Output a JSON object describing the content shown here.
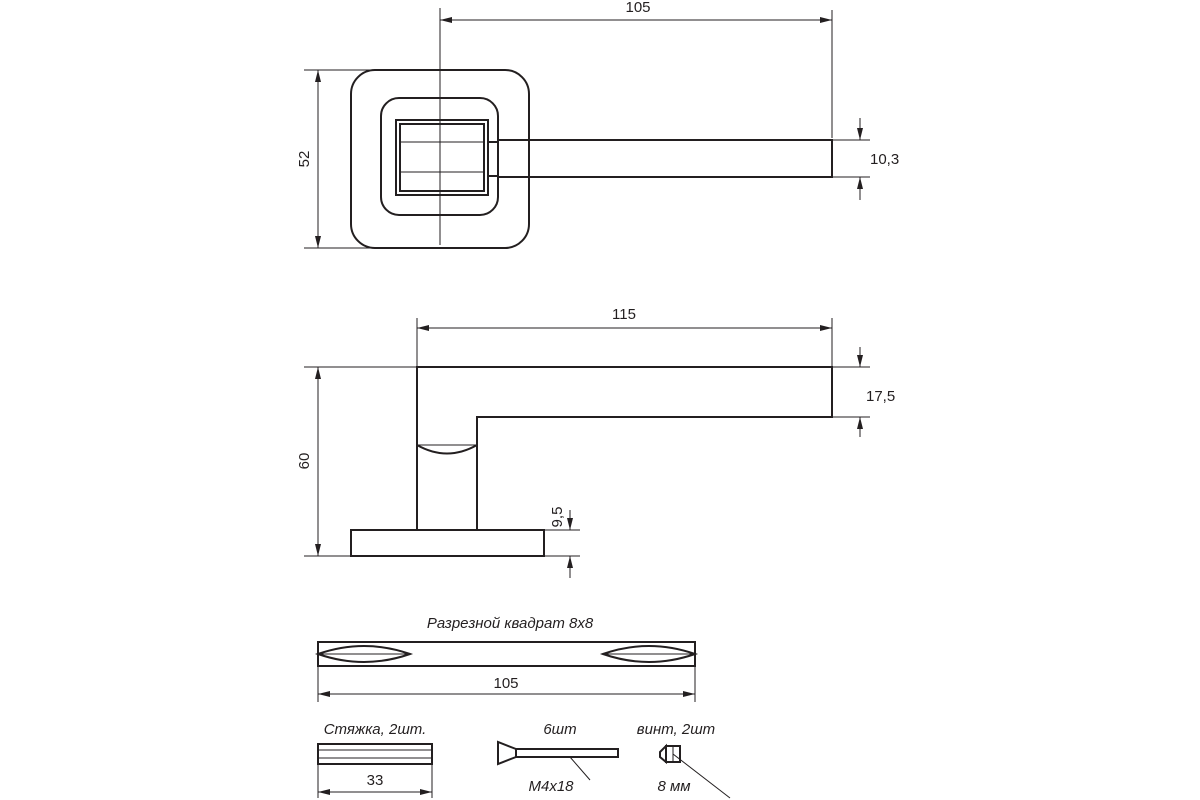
{
  "front_view": {
    "length": "105",
    "height": "52",
    "lever_width": "10,3"
  },
  "side_view": {
    "length": "115",
    "height": "60",
    "lever_thickness": "17,5",
    "rose_thickness": "9,5"
  },
  "spindle": {
    "caption": "Разрезной квадрат 8x8",
    "length": "105"
  },
  "connector": {
    "caption": "Стяжка, 2шт.",
    "length": "33"
  },
  "bolt": {
    "caption": "6шт",
    "size": "M4x18"
  },
  "screw": {
    "caption": "винт, 2шт",
    "size": "8 мм"
  }
}
